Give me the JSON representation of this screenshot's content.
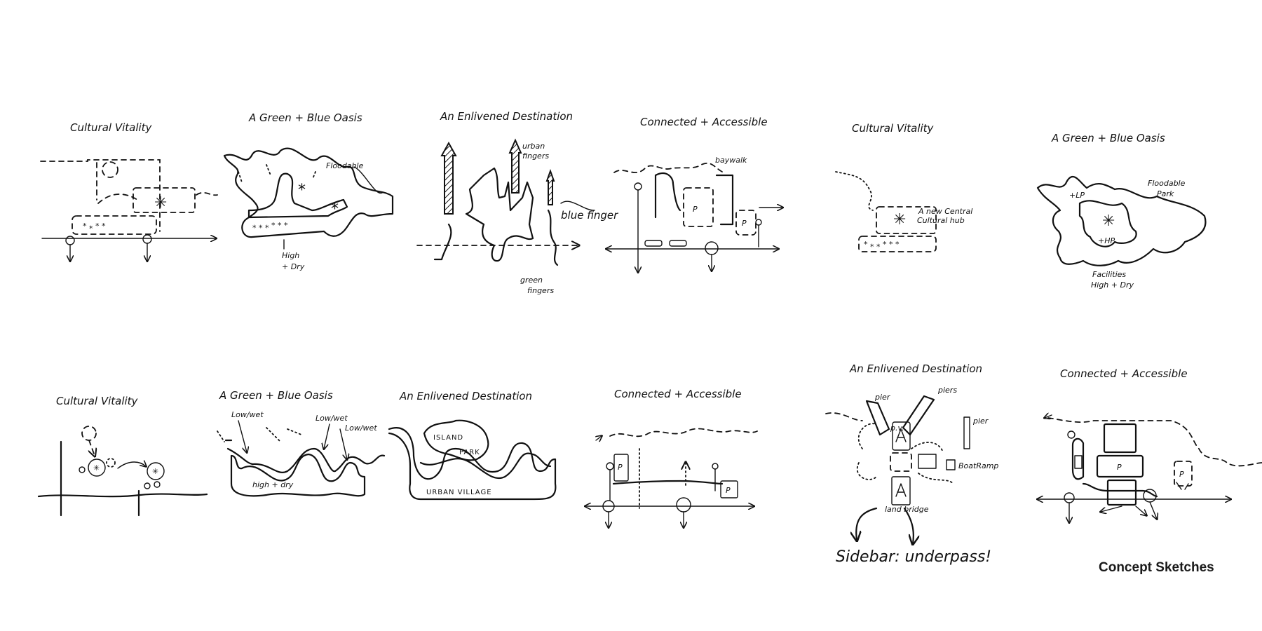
{
  "footer_title": "Concept Sketches",
  "row1": {
    "s1": {
      "title": "Cultural Vitality"
    },
    "s2": {
      "title": "A Green + Blue Oasis",
      "label_floodable": "Floodable",
      "label_high": "High",
      "label_dry": "+ Dry"
    },
    "s3": {
      "title": "An Enlivened Destination",
      "label_urban": "urban",
      "label_fingers": "fingers",
      "label_blue": "blue finger",
      "label_green": "green",
      "label_green_fingers": "fingers"
    },
    "s4": {
      "title": "Connected + Accessible",
      "label_baywalk": "baywalk"
    },
    "s5": {
      "title": "Cultural Vitality",
      "label_new": "A new Central",
      "label_hub": "Cultural hub"
    },
    "s6": {
      "title": "A Green + Blue Oasis",
      "label_floodable": "Floodable",
      "label_park": "Park",
      "label_lp": "+LP",
      "label_hp": "+HP",
      "label_facilities": "Facilities",
      "label_highdry": "High + Dry"
    }
  },
  "row2": {
    "s1": {
      "title": "Cultural Vitality"
    },
    "s2": {
      "title": "A Green + Blue Oasis",
      "label_lowwet1": "Low/wet",
      "label_lowwet2": "Low/wet",
      "label_lowwet3": "Low/wet",
      "label_highdry": "high + dry"
    },
    "s3": {
      "title": "An Enlivened Destination",
      "label_island": "ISLAND",
      "label_park": "PARK",
      "label_village": "URBAN VILLAGE"
    },
    "s4": {
      "title": "Connected + Accessible"
    },
    "s5": {
      "title": "An Enlivened Destination",
      "label_pier1": "pier",
      "label_pier2": "piers",
      "label_pier3": "pier",
      "label_pv": "p.v.",
      "label_boatramp": "BoatRamp",
      "label_landbridge": "land bridge",
      "label_sidebar": "Sidebar: underpass!"
    },
    "s6": {
      "title": "Connected + Accessible"
    }
  }
}
